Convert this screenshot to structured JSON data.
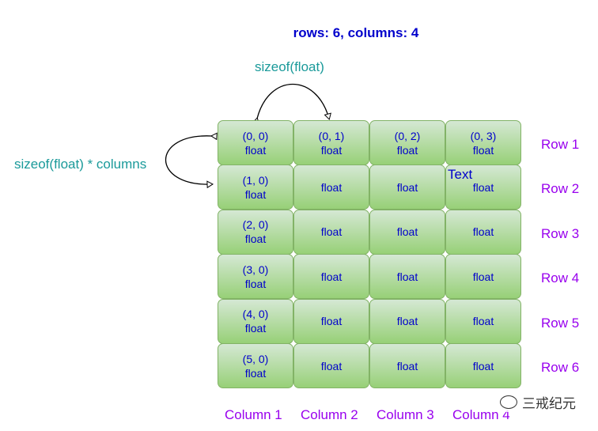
{
  "title": "rows: 6, columns: 4",
  "top_arrow_label": "sizeof(float)",
  "left_arrow_label": "sizeof(float) * columns",
  "cells": [
    [
      "(0, 0)|float",
      "(0, 1)|float",
      "(0, 2)|float",
      "(0, 3)|float"
    ],
    [
      "(1, 0)|float",
      "float",
      "float",
      "float"
    ],
    [
      "(2, 0)|float",
      "float",
      "float",
      "float"
    ],
    [
      "(3, 0)|float",
      "float",
      "float",
      "float"
    ],
    [
      "(4, 0)|float",
      "float",
      "float",
      "float"
    ],
    [
      "(5, 0)|float",
      "float",
      "float",
      "float"
    ]
  ],
  "row_labels": [
    "Row 1",
    "Row 2",
    "Row 3",
    "Row 4",
    "Row 5",
    "Row 6"
  ],
  "column_labels": [
    "Column 1",
    "Column 2",
    "Column 3",
    "Column 4"
  ],
  "stray_text": "Text",
  "watermark": "三戒纪元",
  "colors": {
    "title": "#0000cc",
    "annotation": "#1a9a9a",
    "labels": "#9900ee",
    "cell_border": "#82b366",
    "cell_fill_top": "#d5e8d4",
    "cell_fill_bottom": "#97d077"
  }
}
